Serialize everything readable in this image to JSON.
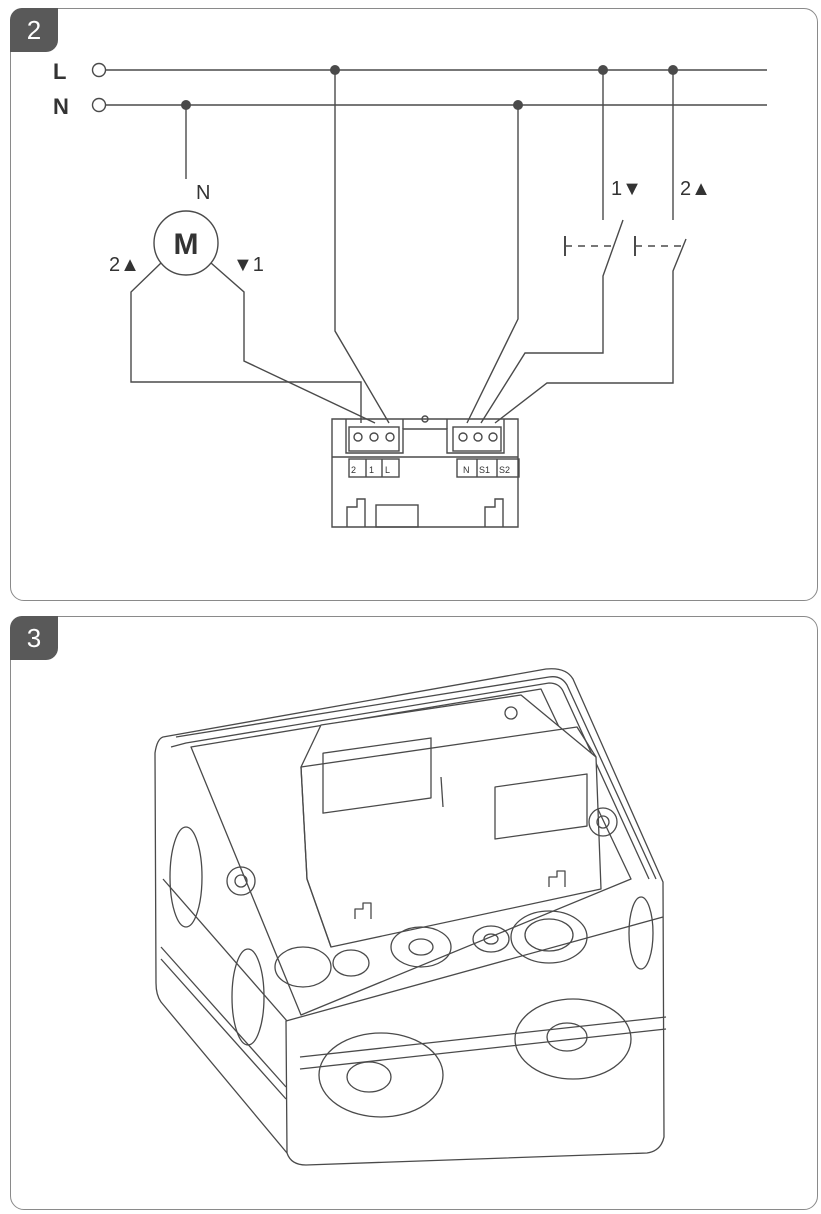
{
  "panels": [
    {
      "number": "2"
    },
    {
      "number": "3"
    }
  ],
  "wiring": {
    "line_L": "L",
    "line_N": "N",
    "motor_letter": "M",
    "motor_neutral": "N",
    "motor_dir_up": "2▲",
    "motor_dir_down": "▼1",
    "switch_1": "1▼",
    "switch_2": "2▲",
    "terminals_left": [
      "2",
      "1",
      "L"
    ],
    "terminals_right": [
      "N",
      "S1",
      "S2"
    ]
  },
  "colors": {
    "line": "#4a4a4a",
    "badge": "#595959",
    "border": "#8a8a8a"
  }
}
